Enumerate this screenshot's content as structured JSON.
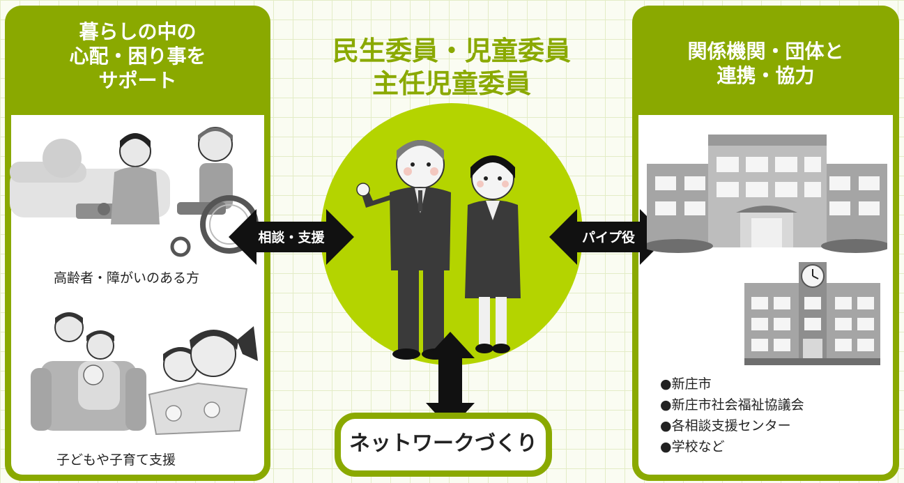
{
  "left_panel": {
    "title": "暮らしの中の\n心配・困り事を\nサポート",
    "caption_elderly": "高齢者・障がいのある方",
    "caption_children": "子どもや子育て支援"
  },
  "center": {
    "title_line1": "民生委員・児童委員",
    "title_line2": "主任児童委員",
    "network_label": "ネットワークづくり"
  },
  "right_panel": {
    "title": "関係機関・団体と\n連携・協力",
    "organizations": [
      "●新庄市",
      "●新庄市社会福祉協議会",
      "●各相談支援センター",
      "●学校など"
    ]
  },
  "arrows": {
    "left_label": "相談・支援",
    "right_label": "パイプ役"
  },
  "colors": {
    "accent_green": "#8aa900",
    "circle_green": "#b4d400",
    "arrow_black": "#111111",
    "illustration_gray": "#a0a0a0"
  }
}
